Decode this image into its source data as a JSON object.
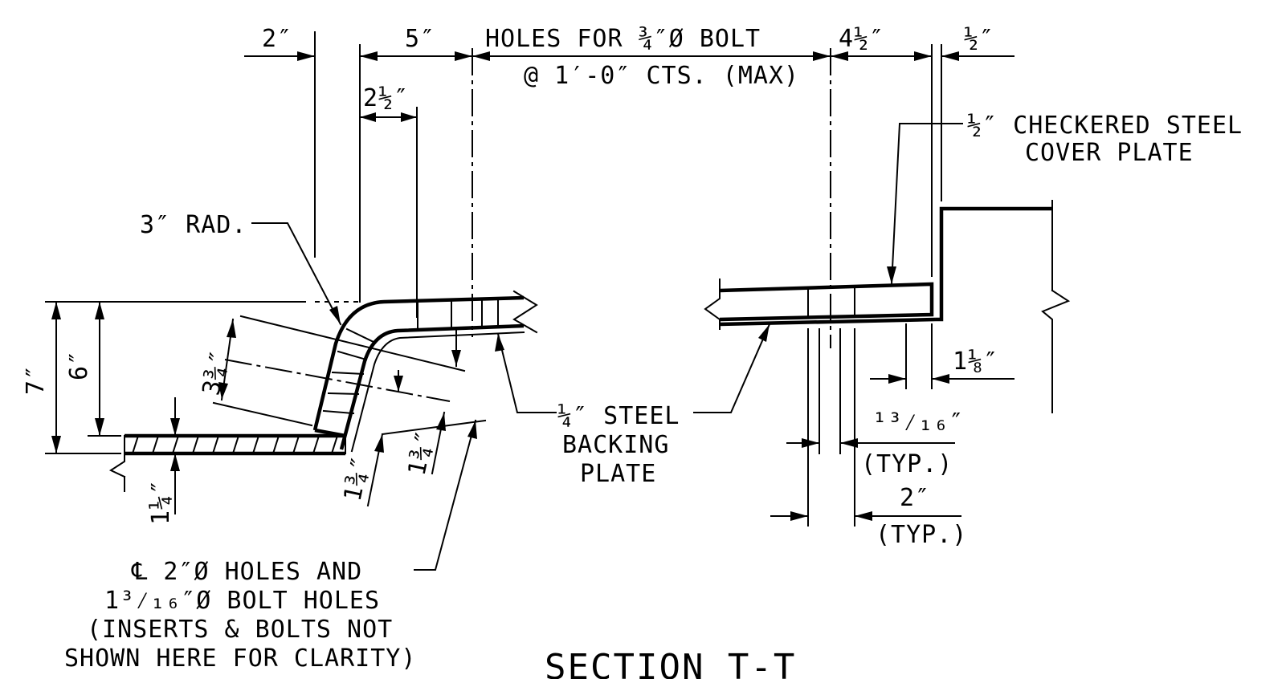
{
  "title": "SECTION T-T",
  "dims": {
    "d_2in": "2″",
    "d_5in": "5″",
    "d_4half": "4½″",
    "d_half": "½″",
    "d_2half": "2½″",
    "d_7in": "7″",
    "d_6in": "6″",
    "d_3three_quarter": "3¾″",
    "d_1quarter": "1¼″",
    "d_1three_quarter_a": "1¾″",
    "d_1three_quarter_b": "1¾″",
    "d_1eighth": "1⅛″",
    "d_13_16": "¹³⁄₁₆″",
    "typ_a": "(TYP.)",
    "d_2in_typ": "2″",
    "typ_b": "(TYP.)"
  },
  "notes": {
    "holes_line1": "HOLES FOR ¾″Ø BOLT",
    "holes_line2": "@ 1′-0″ CTS. (MAX)",
    "cover_line1": "½″ CHECKERED STEEL",
    "cover_line2": "COVER PLATE",
    "radius": "3″ RAD.",
    "backing_line1": "¼″ STEEL",
    "backing_line2": "BACKING",
    "backing_line3": "PLATE",
    "cl_line1": "℄ 2″Ø HOLES AND",
    "cl_line2": "1³⁄₁₆″Ø BOLT HOLES",
    "cl_line3": "(INSERTS & BOLTS NOT",
    "cl_line4": "SHOWN HERE FOR CLARITY)"
  }
}
